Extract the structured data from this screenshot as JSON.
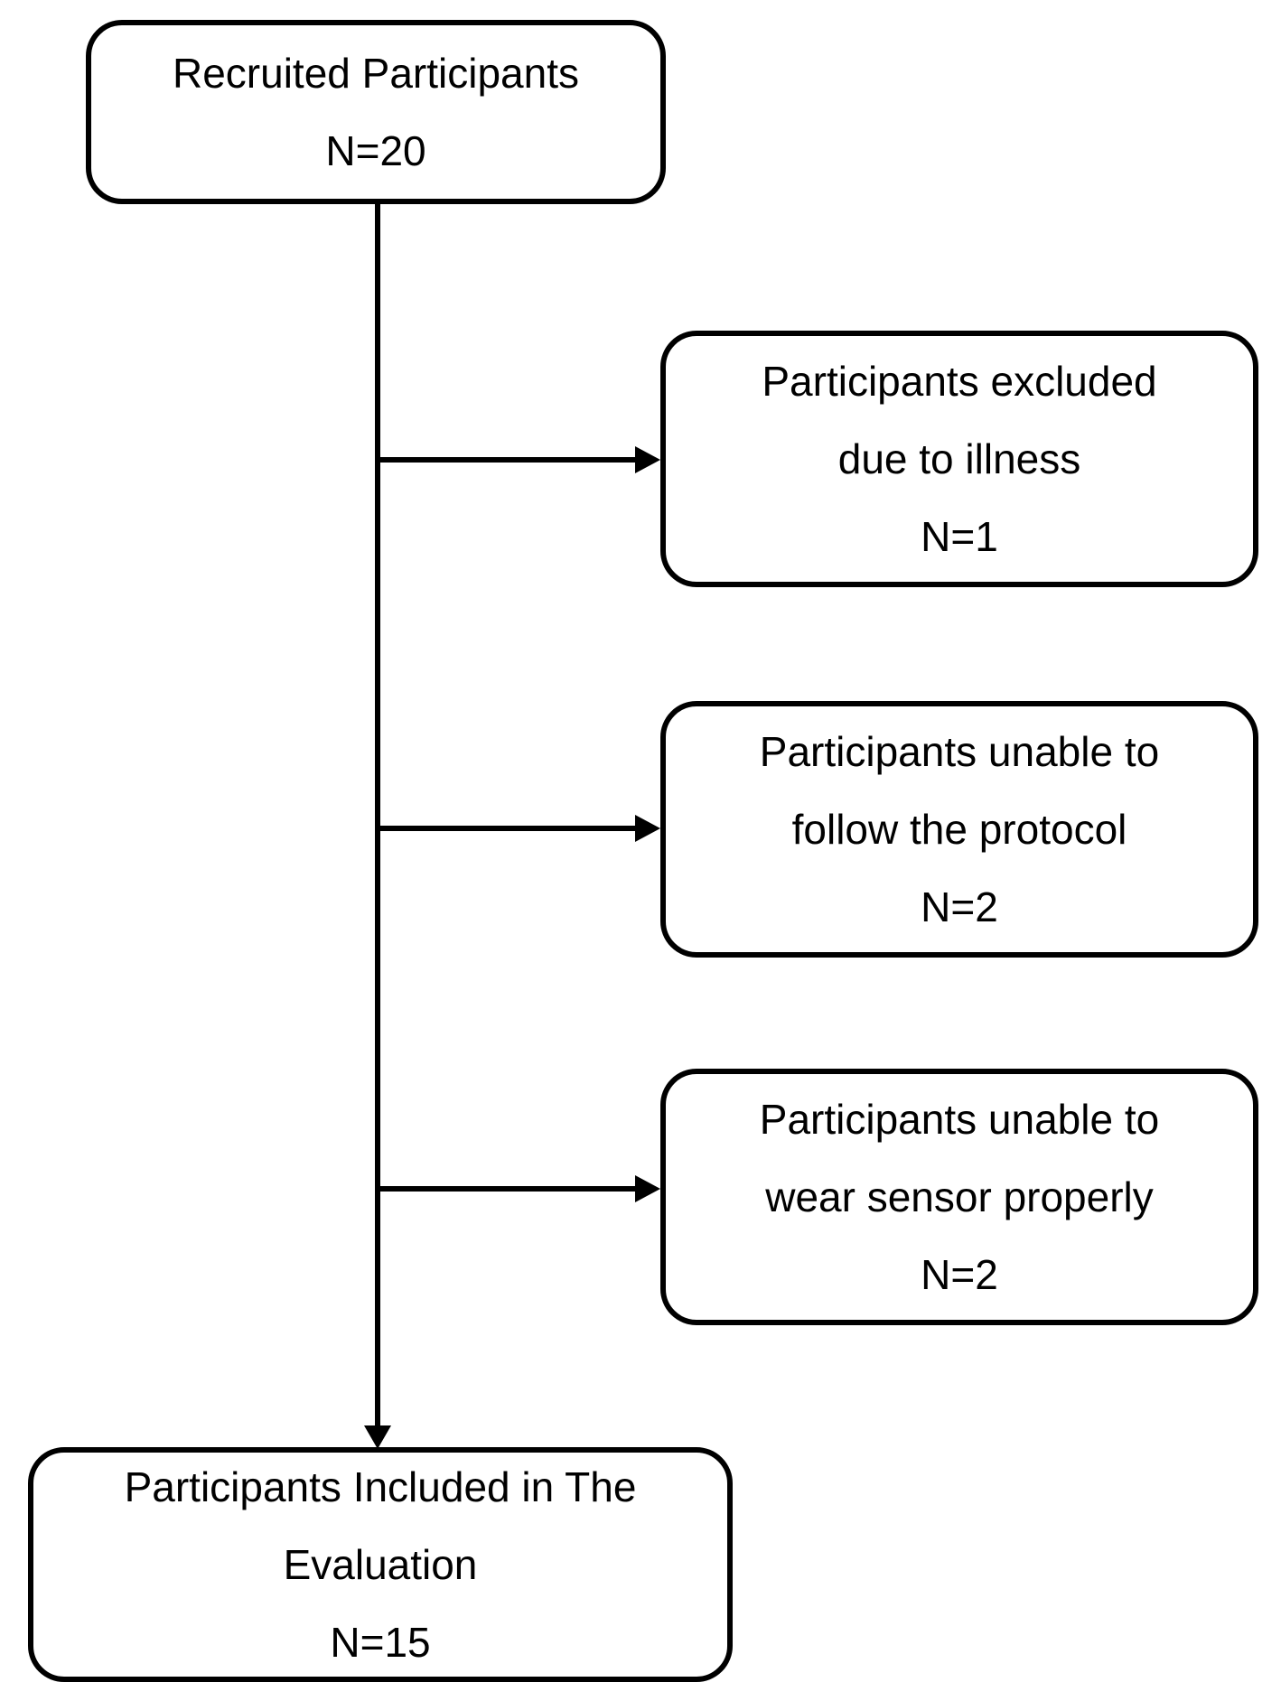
{
  "diagram": {
    "type": "flowchart",
    "colors": {
      "background": "#ffffff",
      "box_fill": "#ffffff",
      "stroke": "#000000",
      "text": "#000000"
    },
    "nodes": [
      {
        "id": "recruited",
        "lines": [
          "Recruited Participants",
          "N=20"
        ],
        "count": 20
      },
      {
        "id": "excluded-illness",
        "lines": [
          "Participants excluded",
          "due to illness",
          "N=1"
        ],
        "count": 1
      },
      {
        "id": "unable-protocol",
        "lines": [
          "Participants unable to",
          "follow the protocol",
          "N=2"
        ],
        "count": 2
      },
      {
        "id": "unable-sensor",
        "lines": [
          "Participants unable to",
          "wear sensor properly",
          "N=2"
        ],
        "count": 2
      },
      {
        "id": "included",
        "lines": [
          "Participants Included in The",
          "Evaluation",
          "N=15"
        ],
        "count": 15
      }
    ],
    "edges": [
      {
        "from": "recruited",
        "to": "excluded-illness"
      },
      {
        "from": "recruited",
        "to": "unable-protocol"
      },
      {
        "from": "recruited",
        "to": "unable-sensor"
      },
      {
        "from": "recruited",
        "to": "included"
      }
    ]
  }
}
